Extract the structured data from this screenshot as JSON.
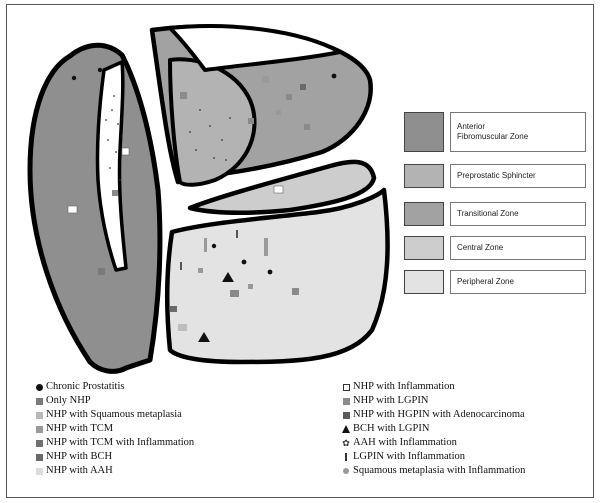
{
  "zones": [
    {
      "key": "anterior",
      "label": "Anterior\nFibromuscular Zone",
      "color": "#8f8f8f"
    },
    {
      "key": "preprostatic",
      "label": "Preprostatic Sphincter",
      "color": "#b3b3b3"
    },
    {
      "key": "transitional",
      "label": "Transitional Zone",
      "color": "#a2a2a2"
    },
    {
      "key": "central",
      "label": "Central Zone",
      "color": "#cdcdcd"
    },
    {
      "key": "peripheral",
      "label": "Peripheral Zone",
      "color": "#e3e3e3"
    }
  ],
  "key_left": [
    {
      "marker": "dot",
      "label": "Chronic Prostatitis"
    },
    {
      "marker": "square",
      "color": "#7a7a7a",
      "label": "Only NHP"
    },
    {
      "marker": "square",
      "color": "#b8b8b8",
      "label": "NHP with Squamous metaplasia"
    },
    {
      "marker": "square",
      "color": "#9a9a9a",
      "label": "NHP with TCM"
    },
    {
      "marker": "square",
      "color": "#707070",
      "label": "NHP with TCM with Inflammation"
    },
    {
      "marker": "square",
      "color": "#6a6a6a",
      "label": "NHP with BCH"
    },
    {
      "marker": "square",
      "color": "#dcdcdc",
      "label": "NHP with AAH"
    }
  ],
  "key_right": [
    {
      "marker": "square-outline",
      "label": "NHP with Inflammation"
    },
    {
      "marker": "square",
      "color": "#8a8a8a",
      "label": "NHP with LGPIN"
    },
    {
      "marker": "square",
      "color": "#5a5a5a",
      "label": "NHP with HGPIN with Adenocarcinoma"
    },
    {
      "marker": "triangle",
      "label": "BCH with LGPIN"
    },
    {
      "marker": "star",
      "label": "AAH with Inflammation"
    },
    {
      "marker": "bar",
      "label": "LGPIN with Inflammation"
    },
    {
      "marker": "circle",
      "label": "Squamous metaplasia with Inflammation"
    }
  ]
}
